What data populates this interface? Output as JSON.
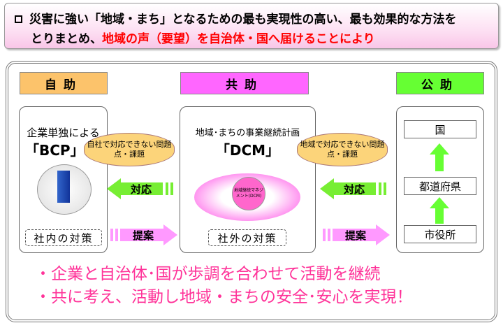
{
  "header": {
    "line1": "災害に強い「地域・まち」となるための最も実現性の高い、最も効果的な方法を",
    "line2_black": "とりまとめ、",
    "line2_red": "地域の声（要望）を自治体・国へ届けることにより"
  },
  "columns": {
    "self": "自助",
    "mutual": "共助",
    "public": "公助"
  },
  "left": {
    "title1": "企業単独による",
    "title2": "「BCP」",
    "cloud": "自社で対応できない問題点・課題",
    "footer": "社内の対策"
  },
  "center": {
    "title1": "地域･まちの事業継続計画",
    "title2": "「DCM」",
    "hub": "地域継続マネジメント(DCM)",
    "footer": "社外の対策"
  },
  "right_cloud": "地域で対応できない問題点・課題",
  "arrows": {
    "respond": "対応",
    "propose": "提案"
  },
  "public": {
    "national": "国",
    "prefecture": "都道府県",
    "city": "市役所"
  },
  "bottom": {
    "line1": "・企業と自治体･国が歩調を合わせて活動を継続",
    "line2": "・共に考え、活動し地域・まちの安全･安心を実現！"
  },
  "colors": {
    "self": "#fcc36b",
    "mutual": "#ff66ff",
    "public": "#66ff33",
    "accent": "#ff3399"
  }
}
